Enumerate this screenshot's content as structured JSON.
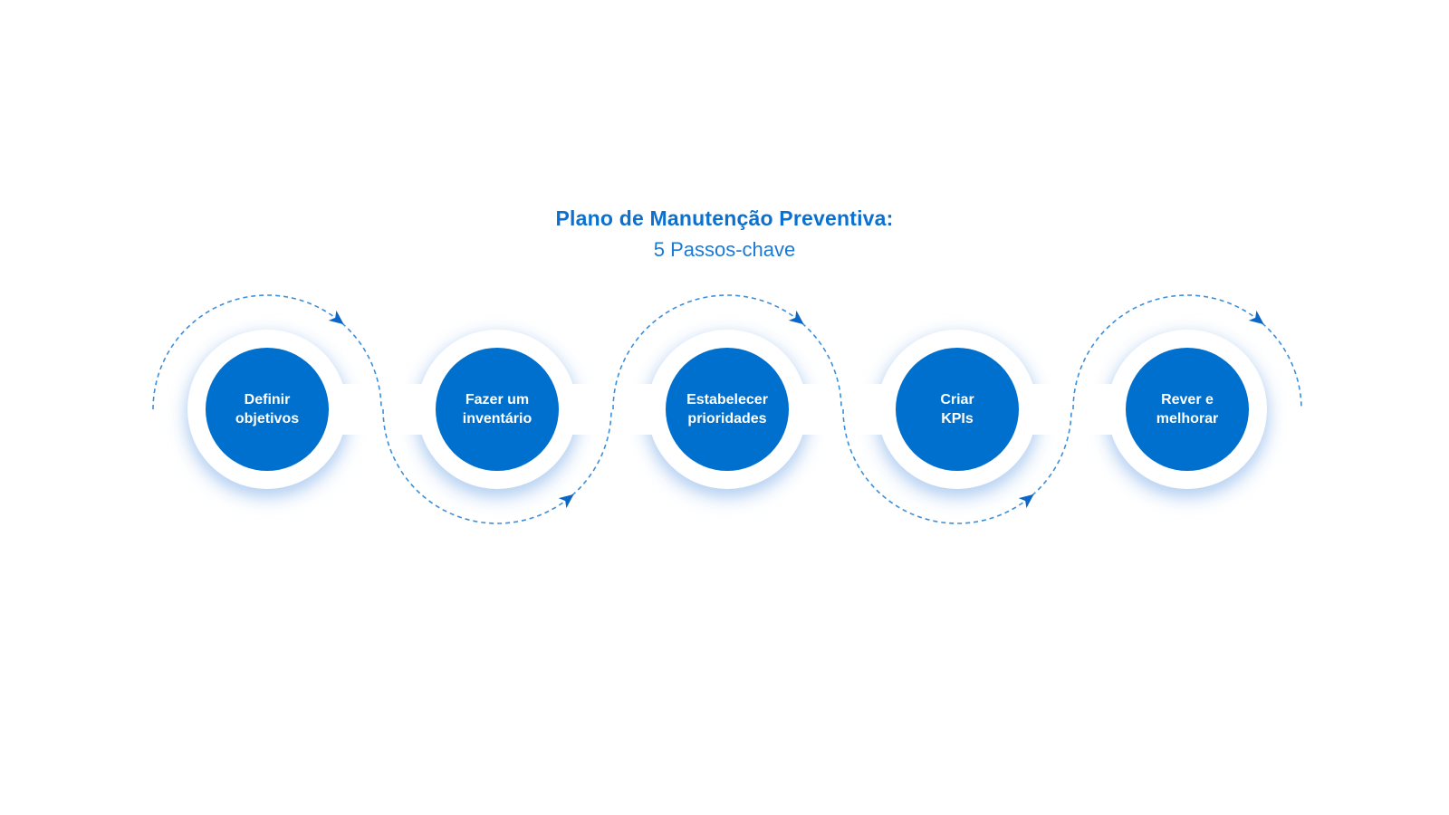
{
  "title": {
    "main": "Plano de Manutenção Preventiva:",
    "sub": "5 Passos-chave"
  },
  "steps": [
    {
      "label": "Definir\nobjetivos"
    },
    {
      "label": "Fazer um\ninventário"
    },
    {
      "label": "Estabelecer\nprioridades"
    },
    {
      "label": "Criar\nKPIs"
    },
    {
      "label": "Rever e\nmelhorar"
    }
  ],
  "colors": {
    "circle_fill": "#0070cf",
    "title": "#0b70d0",
    "dashed_arc": "#3f8fd8",
    "arrow": "#0a66c8",
    "ring": "#ffffff",
    "glow": "#cfe0f6"
  }
}
